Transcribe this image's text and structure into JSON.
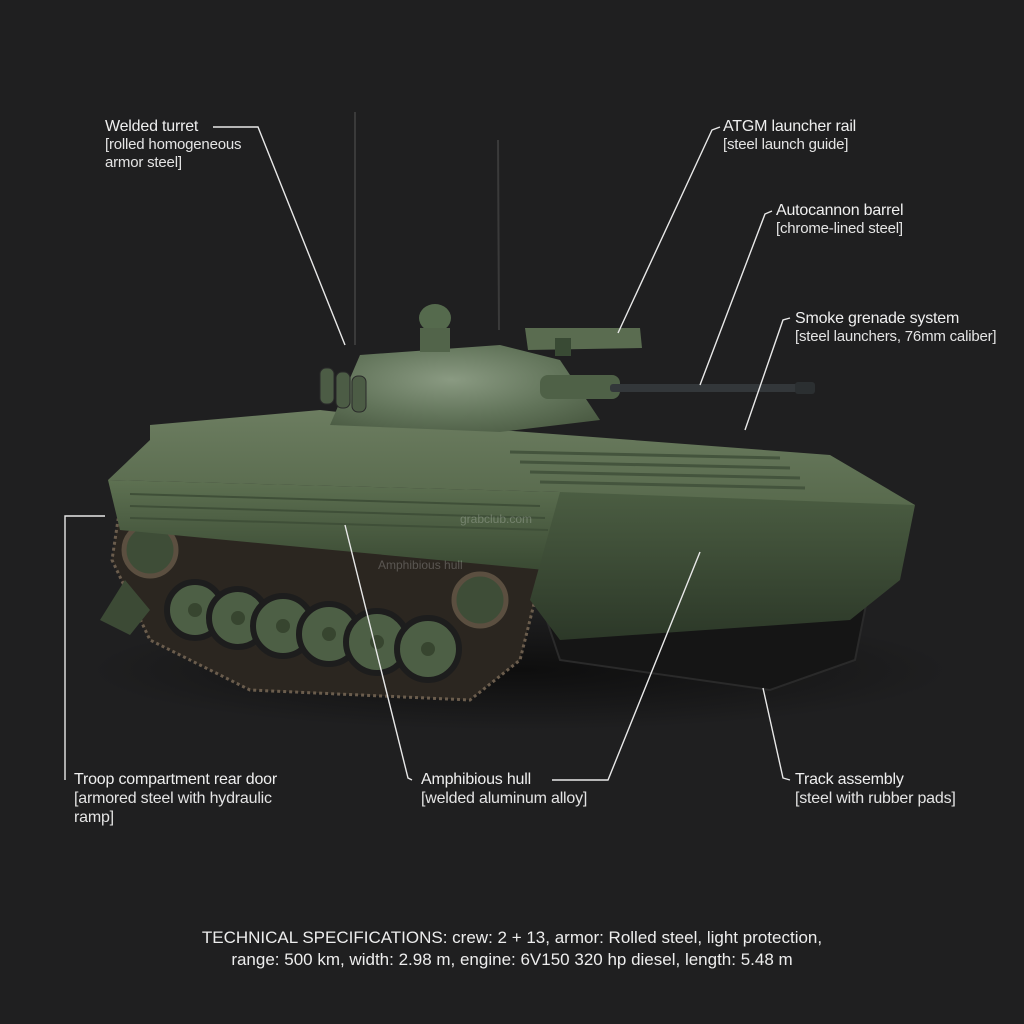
{
  "diagram": {
    "subject": "Tracked infantry fighting vehicle (annotated 3D render)",
    "background_color": "#1f1f20",
    "vehicle_color": "#56684a",
    "leader_line_color": "#e8e8e8"
  },
  "callouts": [
    {
      "id": "turret",
      "title": "Welded turret",
      "material": "[rolled homogeneous armor steel]",
      "sub_lines": [
        "[rolled homogeneous",
        "armor steel]"
      ]
    },
    {
      "id": "atgm",
      "title": "ATGM launcher rail",
      "material": "[steel launch guide]"
    },
    {
      "id": "autocannon",
      "title": "Autocannon barrel",
      "material": "[chrome-lined steel]"
    },
    {
      "id": "smoke",
      "title": "Smoke grenade system",
      "material": "[steel launchers, 76mm caliber]"
    },
    {
      "id": "rear-door",
      "title": "Troop compartment rear door",
      "material": "[armored steel with hydraulic ramp]",
      "sub_lines": [
        "[armored steel with hydraulic",
        "ramp]"
      ]
    },
    {
      "id": "hull",
      "title": "Amphibious hull",
      "material": "[welded aluminum alloy]"
    },
    {
      "id": "track",
      "title": "Track assembly",
      "material": "[steel with rubber pads]"
    }
  ],
  "watermarks": [
    "Amphibious hull",
    "grabclub.com"
  ],
  "specifications": {
    "line1": "TECHNICAL SPECIFICATIONS: crew: 2 + 13, armor: Rolled steel, light protection,",
    "line2": "range: 500 km, width: 2.98 m, engine: 6V150 320 hp diesel, length: 5.48 m",
    "crew": "2 + 13",
    "armor": "Rolled steel, light protection",
    "range": "500 km",
    "width": "2.98 m",
    "engine": "6V150 320 hp diesel",
    "length": "5.48 m"
  }
}
